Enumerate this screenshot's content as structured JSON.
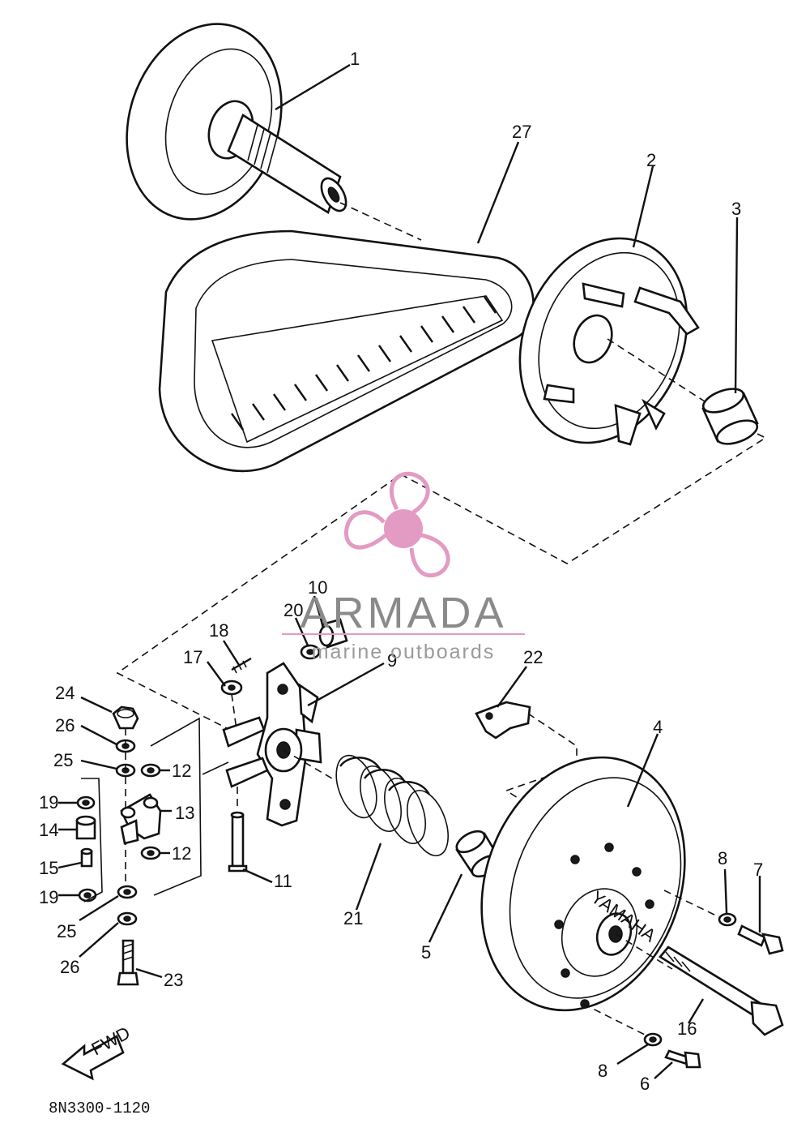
{
  "diagram": {
    "figure_code": "8N3300-1120",
    "direction_marker": "FWD",
    "belt_marking": "YAMAHA",
    "callouts": [
      {
        "id": "c1",
        "text": "1"
      },
      {
        "id": "c27",
        "text": "27"
      },
      {
        "id": "c2",
        "text": "2"
      },
      {
        "id": "c3",
        "text": "3"
      },
      {
        "id": "c10",
        "text": "10"
      },
      {
        "id": "c20",
        "text": "20"
      },
      {
        "id": "c18",
        "text": "18"
      },
      {
        "id": "c17",
        "text": "17"
      },
      {
        "id": "c9",
        "text": "9"
      },
      {
        "id": "c22",
        "text": "22"
      },
      {
        "id": "c24",
        "text": "24"
      },
      {
        "id": "c26a",
        "text": "26"
      },
      {
        "id": "c25a",
        "text": "25"
      },
      {
        "id": "c12a",
        "text": "12"
      },
      {
        "id": "c19a",
        "text": "19"
      },
      {
        "id": "c13",
        "text": "13"
      },
      {
        "id": "c14",
        "text": "14"
      },
      {
        "id": "c15",
        "text": "15"
      },
      {
        "id": "c12b",
        "text": "12"
      },
      {
        "id": "c19b",
        "text": "19"
      },
      {
        "id": "c11",
        "text": "11"
      },
      {
        "id": "c4",
        "text": "4"
      },
      {
        "id": "c8a",
        "text": "8"
      },
      {
        "id": "c7",
        "text": "7"
      },
      {
        "id": "c25b",
        "text": "25"
      },
      {
        "id": "c21",
        "text": "21"
      },
      {
        "id": "c5",
        "text": "5"
      },
      {
        "id": "c26b",
        "text": "26"
      },
      {
        "id": "c23",
        "text": "23"
      },
      {
        "id": "c16",
        "text": "16"
      },
      {
        "id": "c8b",
        "text": "8"
      },
      {
        "id": "c6",
        "text": "6"
      }
    ]
  },
  "watermark": {
    "brand": "ARMADA",
    "tagline": "marine outboards",
    "color": "#e39ac3",
    "text_color": "#8a8a8a"
  }
}
